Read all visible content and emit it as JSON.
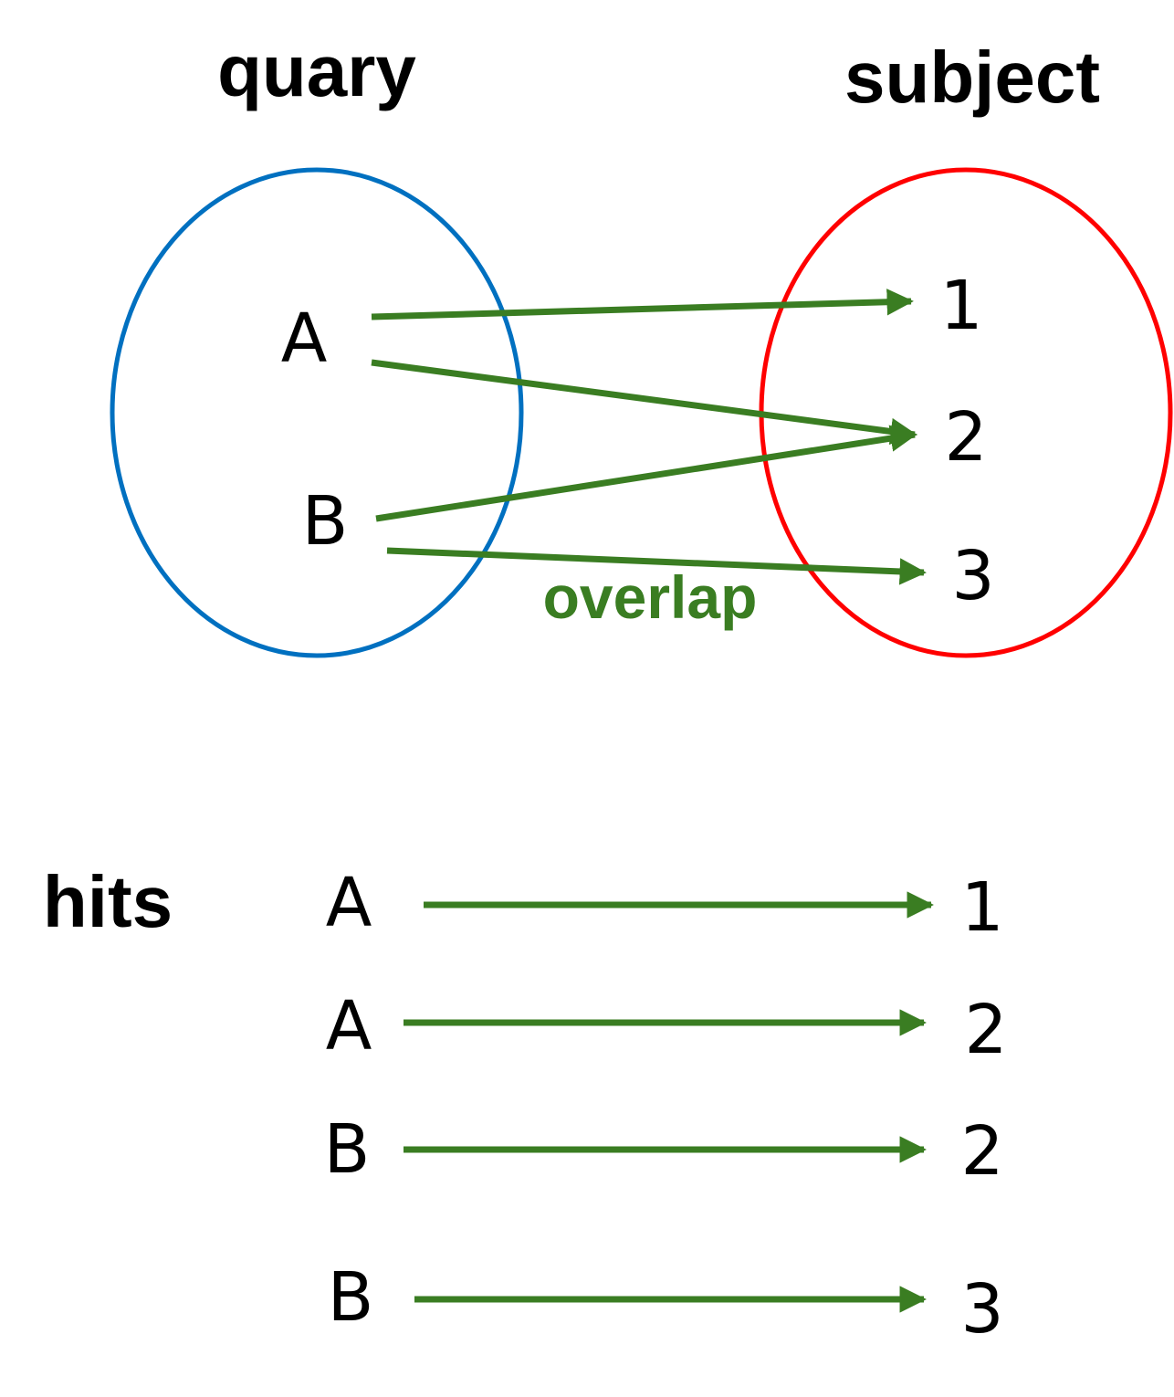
{
  "titles": {
    "query": "quary",
    "subject": "subject",
    "hits": "hits"
  },
  "overlap_label": "overlap",
  "query_set": {
    "items": [
      "A",
      "B"
    ],
    "color": "#0070c0"
  },
  "subject_set": {
    "items": [
      "1",
      "2",
      "3"
    ],
    "color": "#ff0000"
  },
  "arrow_color": "#3a7d22",
  "overlap_mappings": [
    {
      "from": "A",
      "to": "1"
    },
    {
      "from": "A",
      "to": "2"
    },
    {
      "from": "B",
      "to": "2"
    },
    {
      "from": "B",
      "to": "3"
    }
  ],
  "hits": [
    {
      "query": "A",
      "subject": "1"
    },
    {
      "query": "A",
      "subject": "2"
    },
    {
      "query": "B",
      "subject": "2"
    },
    {
      "query": "B",
      "subject": "3"
    }
  ]
}
